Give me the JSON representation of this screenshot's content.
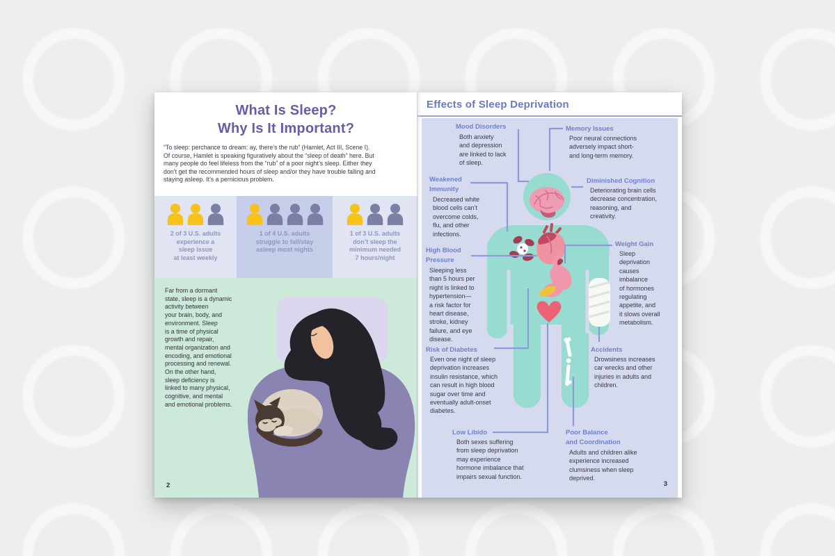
{
  "left_page": {
    "page_number": "2",
    "title": "What Is Sleep?\nWhy Is It Important?",
    "intro": "“To sleep: perchance to dream: ay, there’s the rub” (Hamlet, Act III, Scene I).\nOf course, Hamlet is speaking figuratively about the “sleep of death” here. But\nmany people do feel lifeless from the “rub” of a poor night’s sleep. Either they\ndon’t get the recommended hours of sleep and/or they have trouble falling and\nstaying asleep. It’s a pernicious problem.",
    "stats": [
      {
        "people_total": 3,
        "people_highlight": 2,
        "label": "2 of 3 U.S. adults\nexperience a\nsleep issue\nat least weekly"
      },
      {
        "people_total": 4,
        "people_highlight": 1,
        "label": "1 of 4 U.S. adults\nstruggle to fall/stay\nasleep most nights"
      },
      {
        "people_total": 3,
        "people_highlight": 1,
        "label": "1 of 3 U.S. adults\ndon’t sleep the\nminimum needed\n7 hours/night"
      }
    ],
    "paragraph": "Far from a dormant\nstate, sleep is a dynamic\nactivity between\nyour brain, body, and\nenvironment. Sleep\nis a time of physical\ngrowth and repair,\nmental organization and\nencoding, and emotional\nprocessing and renewal.\nOn the other hand,\nsleep deficiency is\nlinked to many physical,\ncognitive, and mental\nand emotional problems."
  },
  "right_page": {
    "page_number": "3",
    "title": "Effects of Sleep Deprivation",
    "callouts": {
      "mood": {
        "heading": "Mood Disorders",
        "body": "Both anxiety\nand depression\nare linked to lack\nof sleep."
      },
      "memory": {
        "heading": "Memory Issues",
        "body": "Poor neural connections\nadversely impact short-\nand long-term memory."
      },
      "immunity": {
        "heading": "Weakened\nImmunity",
        "body": "Decreased white\nblood cells can’t\novercome colds,\nflu, and other\ninfections."
      },
      "cognition": {
        "heading": "Diminished Cognition",
        "body": "Deteriorating brain cells\ndecrease concentration,\nreasoning, and\ncreativity."
      },
      "pressure": {
        "heading": "High Blood\nPressure",
        "body": "Sleeping less\nthan 5 hours per\nnight is linked to\nhypertension—\na risk factor for\nheart disease,\nstroke, kidney\nfailure, and eye\ndisease."
      },
      "weight": {
        "heading": "Weight Gain",
        "body": "Sleep\ndeprivation\ncauses\nimbalance\nof hormones\nregulating\nappetite, and\nit slows overall\nmetabolism."
      },
      "diabetes": {
        "heading": "Risk of Diabetes",
        "body": "Even one night of sleep\ndeprivation increases\ninsulin resistance, which\ncan result in high blood\nsugar over time and\neventually adult-onset\ndiabetes."
      },
      "accidents": {
        "heading": "Accidents",
        "body": "Drowsiness increases\ncar wrecks and other\ninjuries in adults and\nchildren."
      },
      "libido": {
        "heading": "Low Libido",
        "body": "Both sexes suffering\nfrom sleep deprivation\nmay experience\nhormone imbalance that\nimpairs sexual function."
      },
      "balance": {
        "heading": "Poor Balance\nand Coordination",
        "body": "Adults and children alike\nexperience increased\nclumsiness when sleep\ndeprived."
      }
    }
  },
  "colors": {
    "title_purple": "#665da6",
    "heading_periwinkle": "#7080c8",
    "connector_line": "#8d99d8",
    "lavender_panel": "#d5daef",
    "mint_green": "#cde9da",
    "body_teal": "#98dcd1",
    "person_highlight_yellow": "#f6c31c",
    "person_purple": "#7c7ea4",
    "stat_band_light": "#e0e4f3",
    "stat_band_dark": "#c7cee9",
    "blanket_purple": "#8a84b3",
    "pillow_lavender": "#d9d6ee"
  }
}
